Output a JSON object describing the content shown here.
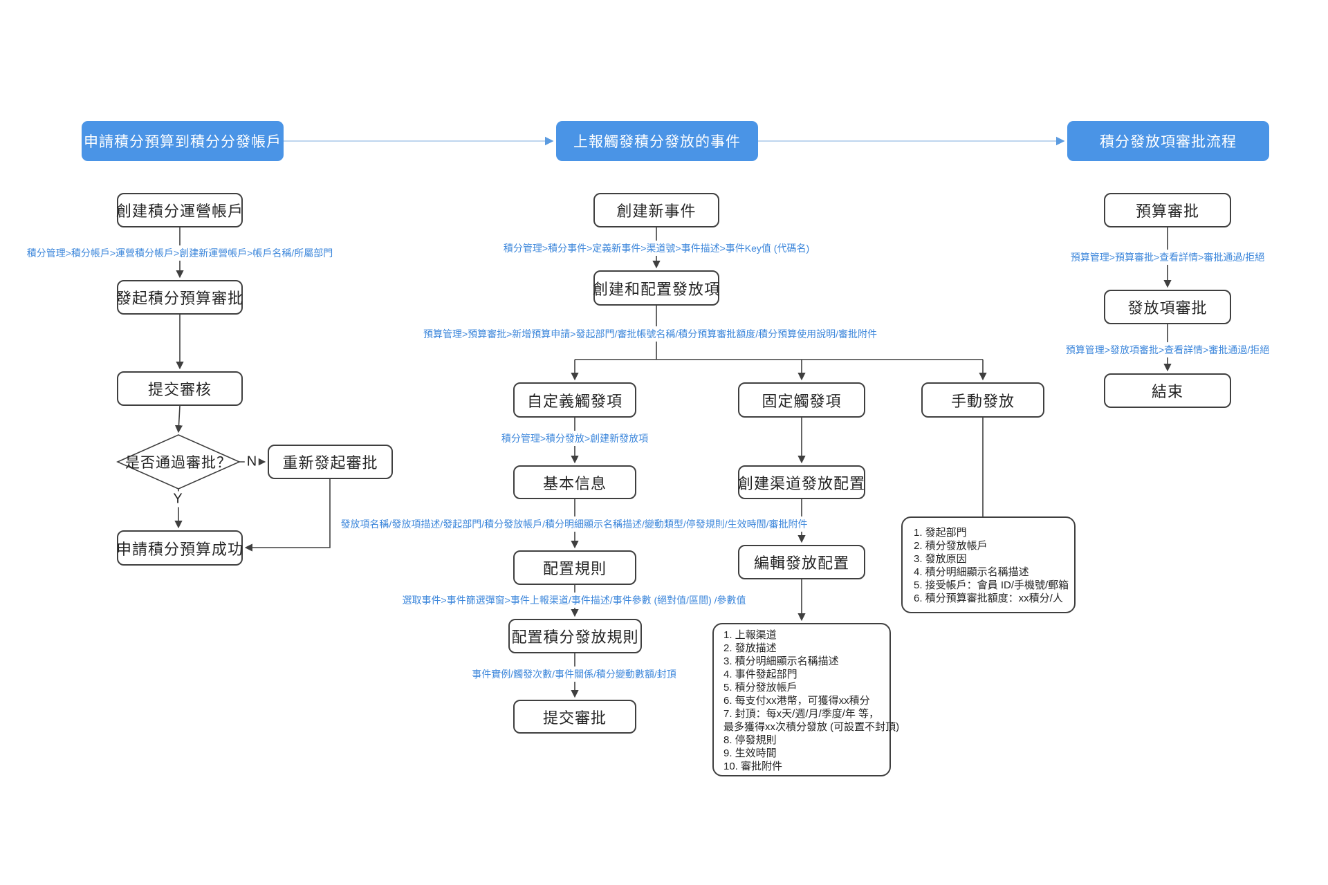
{
  "headers": {
    "left": "申請積分預算到積分分發帳戶",
    "center": "上報觸發積分發放的事件",
    "right": "積分發放項審批流程"
  },
  "left_flow": {
    "create_operating_account": "創建積分運營帳戶",
    "path_create_account": "積分管理>積分帳戶>運營積分帳戶>創建新運營帳戶>帳戶名稱/所屬部門",
    "initiate_budget_approval": "發起積分預算審批",
    "submit_review": "提交審核",
    "decision_pass_approval": "是否通過審批？",
    "label_no": "N",
    "label_yes": "Y",
    "restart_approval": "重新發起審批",
    "budget_request_success": "申請積分預算成功"
  },
  "center_flow": {
    "create_new_event": "創建新事件",
    "path_create_event": "積分管理>積分事件>定義新事件>渠道號>事件描述>事件Key值 (代碼名)",
    "create_configure_grant_item": "創建和配置發放項",
    "path_budget_request": "預算管理>預算審批>新增預算申請>發起部門/審批帳號名稱/積分預算審批額度/積分預算使用說明/審批附件",
    "custom_trigger": "自定義觸發項",
    "fixed_trigger": "固定觸發項",
    "manual_grant": "手動發放",
    "path_create_grant_item": "積分管理>積分發放>創建新發放項",
    "basic_info": "基本信息",
    "path_basic_info_fields": "發放項名稱/發放項描述/發起部門/積分發放帳戶/積分明細顯示名稱描述/變動類型/停發規則/生效時間/審批附件",
    "configure_rules": "配置規則",
    "path_select_event": "選取事件>事件篩選彈窗>事件上報渠道/事件描述/事件參數 (絕對值/區間) /參數值",
    "configure_grant_rules": "配置積分發放規則",
    "path_event_instance": "事件實例/觸發次數/事件關係/積分變動數額/封頂",
    "submit_approval": "提交審批",
    "create_channel_config": "創建渠道發放配置",
    "edit_grant_config": "編輯發放配置",
    "fixed_trigger_details": [
      "1. 上報渠道",
      "2. 發放描述",
      "3. 積分明細顯示名稱描述",
      "4. 事件發起部門",
      "5. 積分發放帳戶",
      "6. 每支付xx港幣，可獲得xx積分",
      "7. 封頂：每x天/週/月/季度/年 等，",
      "最多獲得xx次積分發放 (可設置不封頂)",
      "8. 停發規則",
      "9. 生效時間",
      "10. 審批附件"
    ],
    "manual_grant_details": [
      "1. 發起部門",
      "2. 積分發放帳戶",
      "3. 發放原因",
      "4. 積分明細顯示名稱描述",
      "5. 接受帳戶：會員 ID/手機號/郵箱",
      "6. 積分預算審批額度：xx積分/人"
    ]
  },
  "right_flow": {
    "budget_approval": "預算審批",
    "path_budget_approval": "預算管理>預算審批>查看詳情>審批通過/拒絕",
    "grant_item_approval": "發放項審批",
    "path_grant_item_approval": "預算管理>發放項審批>查看詳情>審批通過/拒絕",
    "end": "結束"
  },
  "colors": {
    "header_bg": "#4a94e6",
    "path_text": "#3d87db",
    "node_border": "#3f3f3f",
    "header_connector_line": "#a9c7e9",
    "header_connector_arrow": "#5b9be0"
  }
}
